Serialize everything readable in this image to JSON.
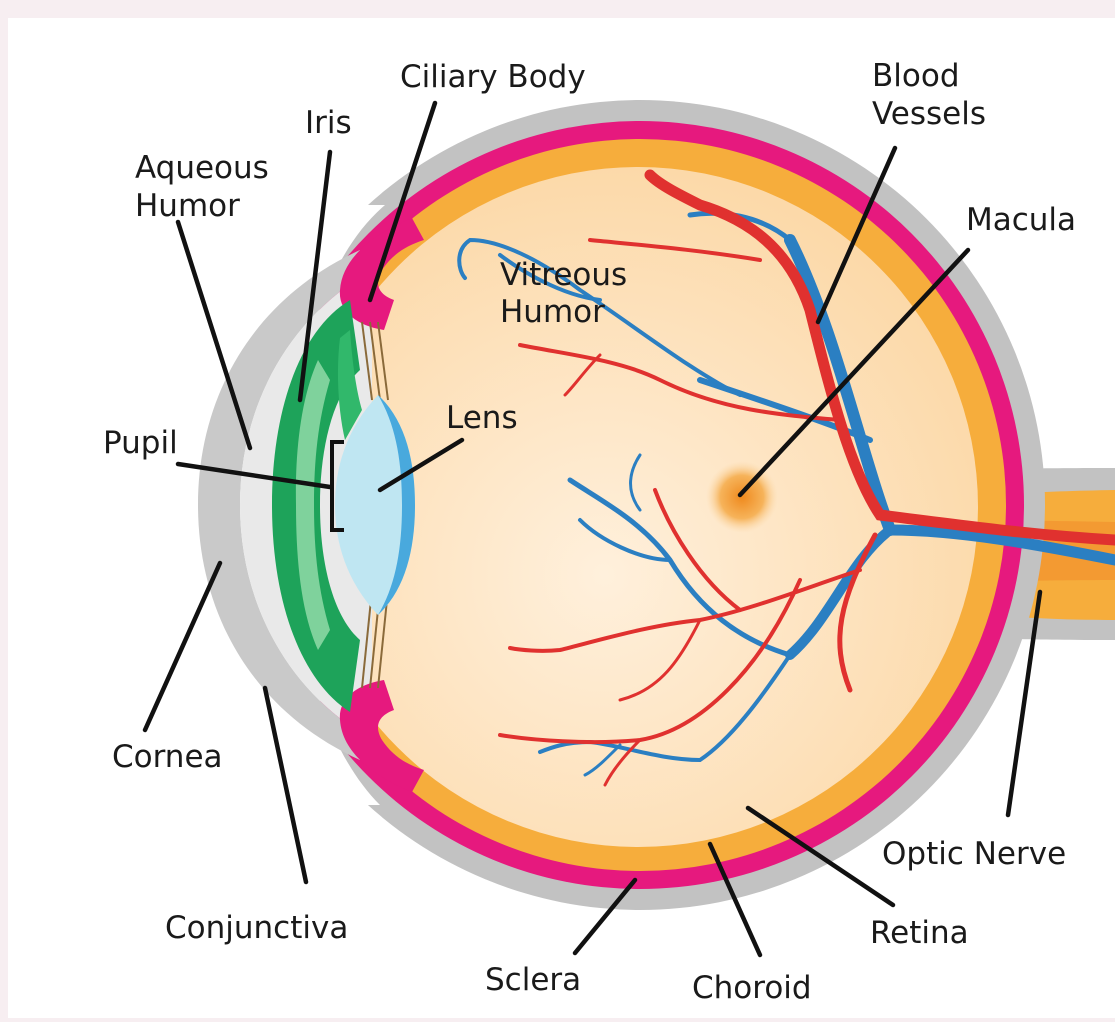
{
  "diagram": {
    "labels": {
      "ciliary_body": "Ciliary Body",
      "iris": "Iris",
      "aqueous_humor_1": "Aqueous",
      "aqueous_humor_2": "Humor",
      "blood_vessels_1": "Blood",
      "blood_vessels_2": "Vessels",
      "macula": "Macula",
      "vitreous_humor_1": "Vitreous",
      "vitreous_humor_2": "Humor",
      "pupil": "Pupil",
      "lens": "Lens",
      "cornea": "Cornea",
      "conjunctiva": "Conjunctiva",
      "sclera": "Sclera",
      "choroid": "Choroid",
      "retina": "Retina",
      "optic_nerve": "Optic Nerve"
    },
    "colors": {
      "sclera": "#c2c2c2",
      "choroid": "#e6197e",
      "retina": "#f6ad3c",
      "vitreous": "#fde3bc",
      "iris_dark": "#1ea35a",
      "iris_light": "#7fd29c",
      "lens": "#bfe6f2",
      "lens_edge": "#49a9dd",
      "artery": "#e0312f",
      "vein": "#2b7fc2",
      "macula": "#f39c31"
    }
  }
}
